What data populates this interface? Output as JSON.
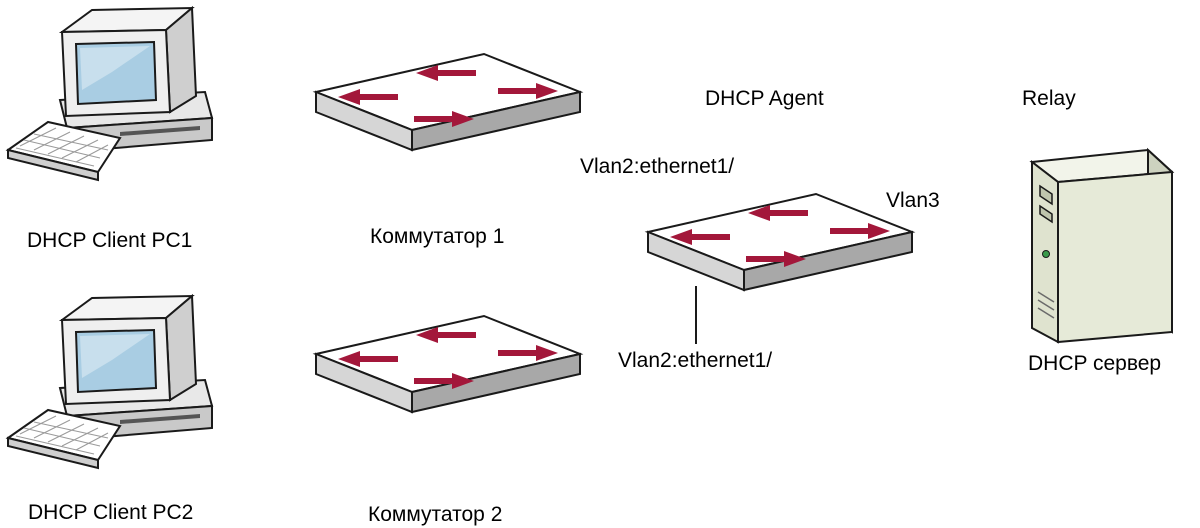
{
  "labels": {
    "pc1": "DHCP Client PC1",
    "pc2": "DHCP Client PC2",
    "switch1": "Коммутатор 1",
    "switch2": "Коммутатор 2",
    "agent": "DHCP Agent",
    "relay": "Relay",
    "port_top": "Vlan2:ethernet1/",
    "port_bottom": "Vlan2:ethernet1/",
    "vlan3": "Vlan3",
    "server": "DHCP сервер"
  },
  "icons": {
    "pc1": "desktop-computer-icon",
    "pc2": "desktop-computer-icon",
    "switch1": "network-switch-icon",
    "switch2": "network-switch-icon",
    "agent_switch": "network-switch-icon",
    "server": "tower-server-icon"
  },
  "colors": {
    "arrow": "#A3173A",
    "switch_top": "#ffffff",
    "switch_side": "#c8c8c8",
    "outline": "#1a1a1a",
    "pc_screen": "#a9cde3",
    "server_body": "#e6ead8"
  }
}
